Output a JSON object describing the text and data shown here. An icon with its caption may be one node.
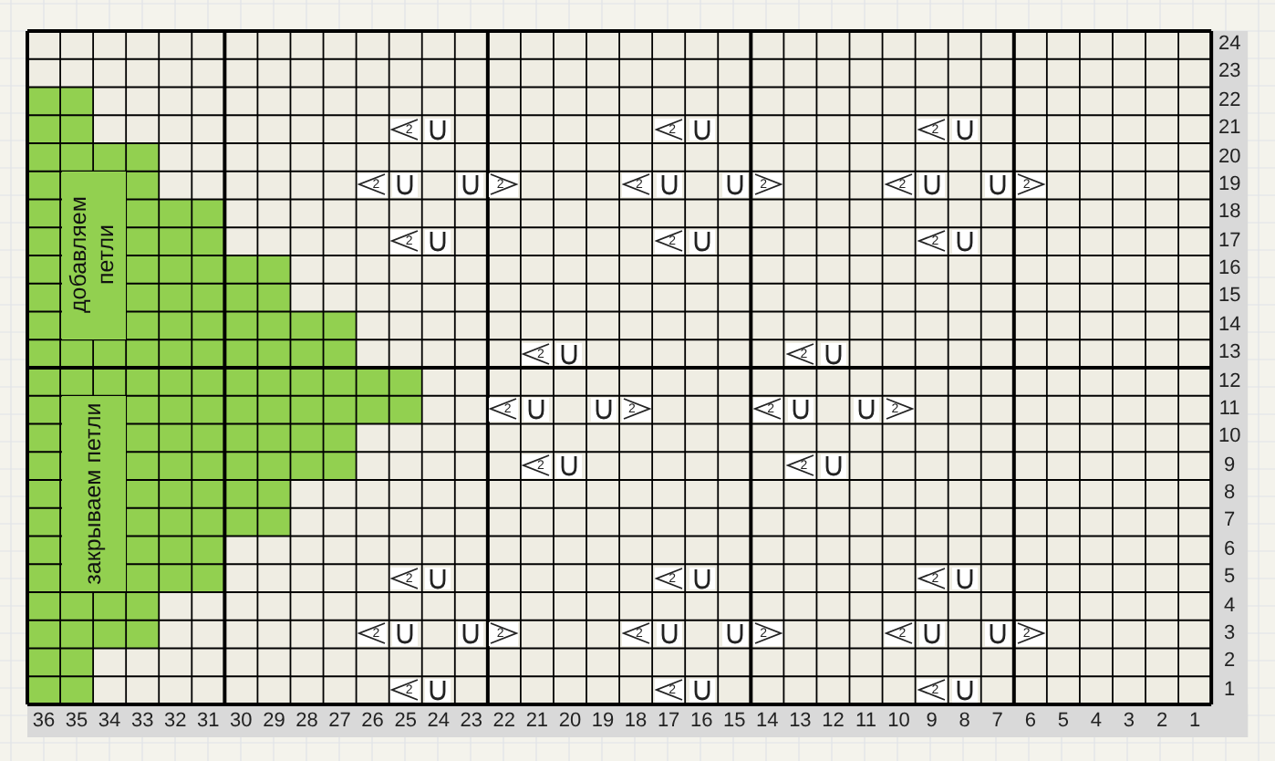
{
  "diagram": {
    "nodes": [
      {
        "text": [
          "добавляем петли"
        ]
      },
      {
        "text": [
          "закрываем петли"
        ]
      }
    ],
    "labels": [
      "24",
      "23",
      "22",
      "2",
      "2",
      "2",
      "21",
      "20",
      "2",
      "2",
      "2",
      "2",
      "2",
      "2",
      "19",
      "18",
      "2",
      "2",
      "2",
      "17",
      "16",
      "15",
      "14",
      "2",
      "2",
      "13",
      "12",
      "2",
      "2",
      "2",
      "2",
      "11",
      "10",
      "2",
      "2",
      "9",
      "8",
      "7",
      "6",
      "2",
      "2",
      "2",
      "5",
      "4",
      "2",
      "2",
      "2",
      "2",
      "2",
      "2",
      "3",
      "2",
      "2",
      "2",
      "2",
      "1",
      "36",
      "35",
      "34",
      "33",
      "32",
      "31",
      "30",
      "29",
      "28",
      "27",
      "26",
      "25",
      "24",
      "23",
      "22",
      "21",
      "20",
      "19",
      "18",
      "17",
      "16",
      "15",
      "14",
      "13",
      "12",
      "11",
      "10",
      "9",
      "8",
      "7",
      "6",
      "5",
      "4",
      "3",
      "2",
      "1"
    ]
  }
}
